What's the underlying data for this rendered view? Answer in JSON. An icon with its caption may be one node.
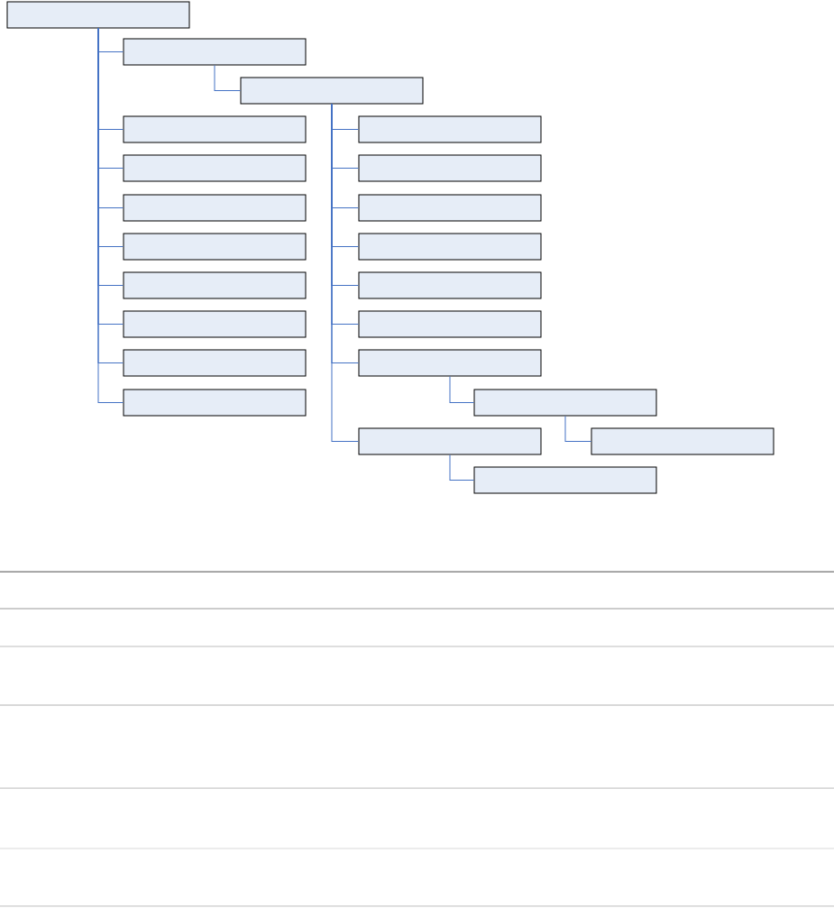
{
  "diagram": {
    "nodes": [
      {
        "text": [],
        "shape": "box"
      },
      {
        "text": [],
        "shape": "box"
      },
      {
        "text": [],
        "shape": "box"
      },
      {
        "text": [],
        "shape": "box"
      },
      {
        "text": [],
        "shape": "box"
      },
      {
        "text": [],
        "shape": "box"
      },
      {
        "text": [],
        "shape": "box"
      },
      {
        "text": [],
        "shape": "box"
      },
      {
        "text": [],
        "shape": "box"
      },
      {
        "text": [],
        "shape": "box"
      },
      {
        "text": [],
        "shape": "box"
      },
      {
        "text": [],
        "shape": "box"
      },
      {
        "text": [],
        "shape": "box"
      },
      {
        "text": [],
        "shape": "box"
      },
      {
        "text": [],
        "shape": "box"
      },
      {
        "text": [],
        "shape": "box"
      },
      {
        "text": [],
        "shape": "box"
      },
      {
        "text": [],
        "shape": "box"
      },
      {
        "text": [],
        "shape": "box"
      },
      {
        "text": [],
        "shape": "box"
      },
      {
        "text": [],
        "shape": "box"
      },
      {
        "text": [],
        "shape": "box"
      }
    ],
    "edges": [
      {
        "from": 0,
        "to": 1,
        "arrow": "none"
      },
      {
        "from": 1,
        "to": 2,
        "arrow": "none"
      },
      {
        "from": 0,
        "to": 3,
        "arrow": "none"
      },
      {
        "from": 0,
        "to": 4,
        "arrow": "none"
      },
      {
        "from": 0,
        "to": 5,
        "arrow": "none"
      },
      {
        "from": 0,
        "to": 6,
        "arrow": "none"
      },
      {
        "from": 0,
        "to": 7,
        "arrow": "none"
      },
      {
        "from": 0,
        "to": 8,
        "arrow": "none"
      },
      {
        "from": 0,
        "to": 9,
        "arrow": "none"
      },
      {
        "from": 0,
        "to": 10,
        "arrow": "none"
      },
      {
        "from": 2,
        "to": 11,
        "arrow": "none"
      },
      {
        "from": 2,
        "to": 12,
        "arrow": "none"
      },
      {
        "from": 2,
        "to": 13,
        "arrow": "none"
      },
      {
        "from": 2,
        "to": 14,
        "arrow": "none"
      },
      {
        "from": 2,
        "to": 15,
        "arrow": "none"
      },
      {
        "from": 2,
        "to": 16,
        "arrow": "none"
      },
      {
        "from": 2,
        "to": 17,
        "arrow": "none"
      },
      {
        "from": 17,
        "to": 18,
        "arrow": "none"
      },
      {
        "from": 18,
        "to": 19,
        "arrow": "none"
      },
      {
        "from": 2,
        "to": 20,
        "arrow": "none"
      },
      {
        "from": 20,
        "to": 21,
        "arrow": "none"
      }
    ]
  }
}
